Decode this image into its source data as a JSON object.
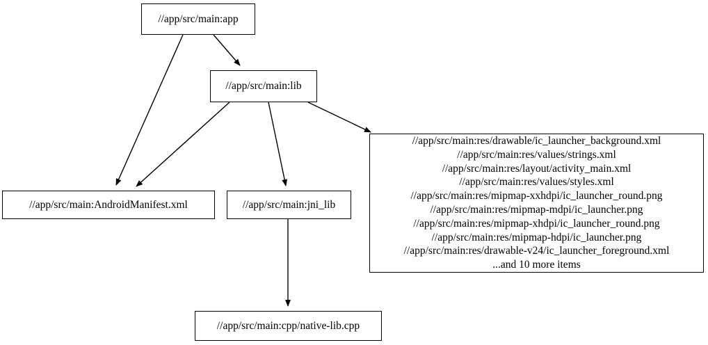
{
  "graph": {
    "type": "directed-dependency-graph",
    "background_color": "#ffffff",
    "node_border_color": "#000000",
    "edge_color": "#000000",
    "nodes": [
      {
        "id": "app",
        "label": "//app/src/main:app"
      },
      {
        "id": "lib",
        "label": "//app/src/main:lib"
      },
      {
        "id": "manifest",
        "label": "//app/src/main:AndroidManifest.xml"
      },
      {
        "id": "jni_lib",
        "label": "//app/src/main:jni_lib"
      },
      {
        "id": "native_lib",
        "label": "//app/src/main:cpp/native-lib.cpp"
      },
      {
        "id": "res_bundle",
        "label": "//app/src/main:res/drawable/ic_launcher_background.xml\n//app/src/main:res/values/strings.xml\n//app/src/main:res/layout/activity_main.xml\n//app/src/main:res/values/styles.xml\n//app/src/main:res/mipmap-xxhdpi/ic_launcher_round.png\n//app/src/main:res/mipmap-mdpi/ic_launcher.png\n//app/src/main:res/mipmap-xhdpi/ic_launcher_round.png\n//app/src/main:res/mipmap-hdpi/ic_launcher.png\n//app/src/main:res/drawable-v24/ic_launcher_foreground.xml\n...and 10 more items",
        "lines": [
          "//app/src/main:res/drawable/ic_launcher_background.xml",
          "//app/src/main:res/values/strings.xml",
          "//app/src/main:res/layout/activity_main.xml",
          "//app/src/main:res/values/styles.xml",
          "//app/src/main:res/mipmap-xxhdpi/ic_launcher_round.png",
          "//app/src/main:res/mipmap-mdpi/ic_launcher.png",
          "//app/src/main:res/mipmap-xhdpi/ic_launcher_round.png",
          "//app/src/main:res/mipmap-hdpi/ic_launcher.png",
          "//app/src/main:res/drawable-v24/ic_launcher_foreground.xml",
          "...and 10 more items"
        ],
        "overflow_note": "...and 10 more items",
        "overflow_count": 10
      }
    ],
    "edges": [
      {
        "from": "app",
        "to": "lib"
      },
      {
        "from": "app",
        "to": "manifest"
      },
      {
        "from": "lib",
        "to": "manifest"
      },
      {
        "from": "lib",
        "to": "jni_lib"
      },
      {
        "from": "lib",
        "to": "res_bundle"
      },
      {
        "from": "jni_lib",
        "to": "native_lib"
      }
    ]
  }
}
